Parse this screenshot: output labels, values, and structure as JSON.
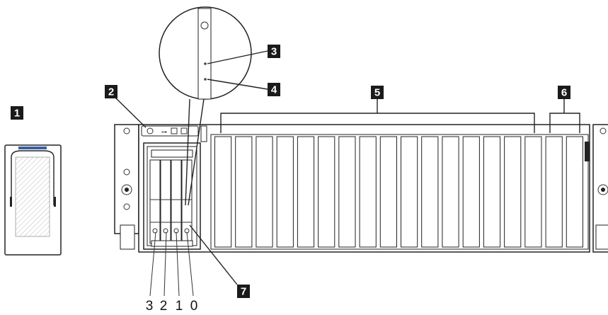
{
  "callouts": [
    "1",
    "2",
    "3",
    "4",
    "5",
    "6",
    "7"
  ],
  "drive_bays": [
    "3",
    "2",
    "1",
    "0"
  ],
  "colors": {
    "callout_fill": "#1a1a1a",
    "callout_text": "#ffffff",
    "line": "#222222",
    "accent_handle": "#3a5fa8"
  }
}
